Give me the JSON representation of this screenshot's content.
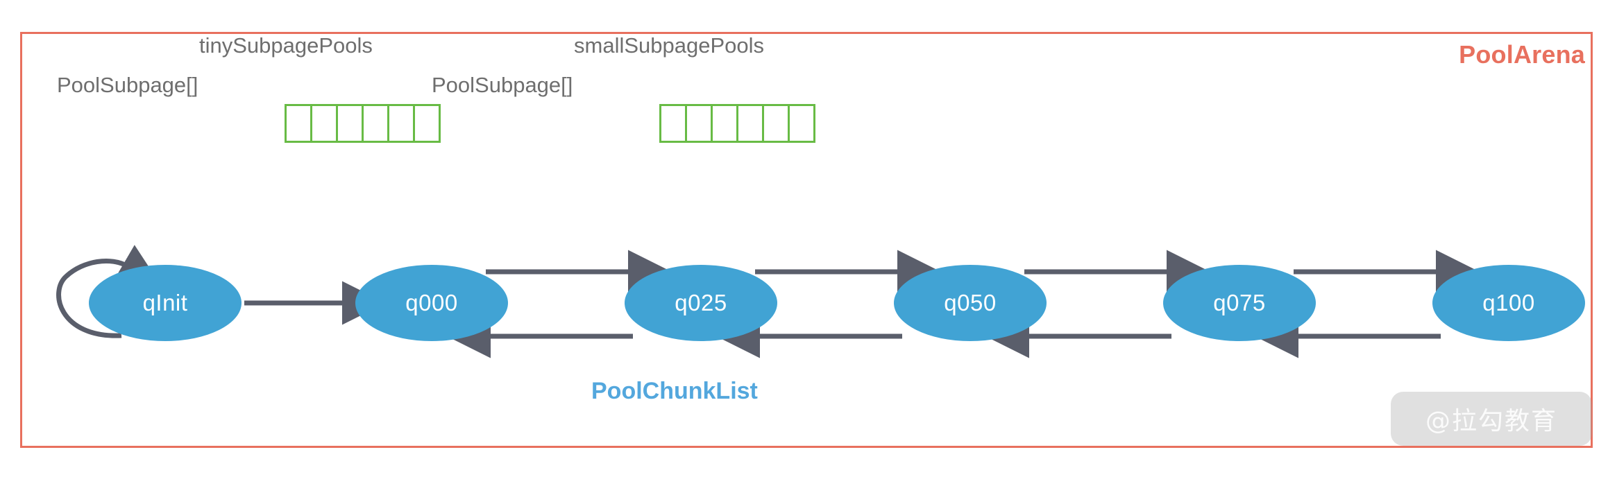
{
  "arena": {
    "label": "PoolArena",
    "border_color": "#e8705e"
  },
  "subpage_pools": [
    {
      "title": "tinySubpagePools",
      "type_label": "PoolSubpage[]",
      "cell_count": 6,
      "cell_border_color": "#68bb45"
    },
    {
      "title": "smallSubpagePools",
      "type_label": "PoolSubpage[]",
      "cell_count": 6,
      "cell_border_color": "#68bb45"
    }
  ],
  "chunk_list": {
    "caption": "PoolChunkList",
    "caption_color": "#53a7dd",
    "node_fill_color": "#41a3d4",
    "edge_color": "#5a5e6b",
    "nodes": [
      {
        "id": "qinit",
        "label": "qInit"
      },
      {
        "id": "q000",
        "label": "q000"
      },
      {
        "id": "q025",
        "label": "q025"
      },
      {
        "id": "q050",
        "label": "q050"
      },
      {
        "id": "q075",
        "label": "q075"
      },
      {
        "id": "q100",
        "label": "q100"
      }
    ],
    "edges": [
      {
        "from": "qinit",
        "to": "qinit",
        "kind": "self-loop"
      },
      {
        "from": "qinit",
        "to": "q000",
        "kind": "single"
      },
      {
        "from": "q000",
        "to": "q025",
        "kind": "bidirectional"
      },
      {
        "from": "q025",
        "to": "q050",
        "kind": "bidirectional"
      },
      {
        "from": "q050",
        "to": "q075",
        "kind": "bidirectional"
      },
      {
        "from": "q075",
        "to": "q100",
        "kind": "bidirectional"
      }
    ]
  },
  "watermark": {
    "text": "@拉勾教育"
  }
}
